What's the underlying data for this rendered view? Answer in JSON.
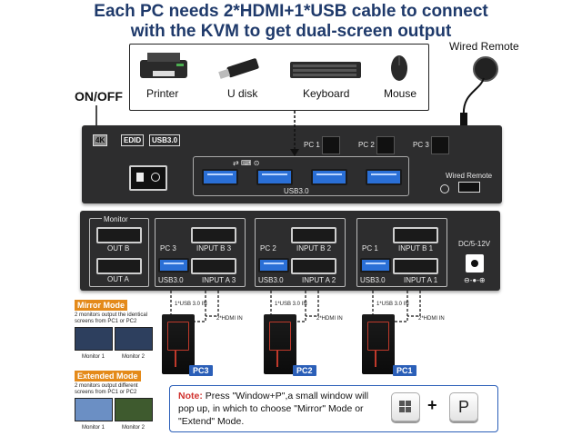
{
  "headline": {
    "line1": "Each PC needs 2*HDMI+1*USB cable to connect",
    "line2": "with the KVM to get dual-screen output"
  },
  "peripherals": [
    "Printer",
    "U disk",
    "Keyboard",
    "Mouse"
  ],
  "wired_remote_label": "Wired Remote",
  "on_off_label": "ON/OFF",
  "front_panel": {
    "badges": [
      "4K",
      "EDID",
      "USB3.0"
    ],
    "pc_buttons": [
      "PC 1",
      "PC 2",
      "PC 3"
    ],
    "usb_label": "USB3.0",
    "remote_port_label": "Wired Remote"
  },
  "back_panel": {
    "monitor_label": "Monitor",
    "out_b": "OUT B",
    "out_a": "OUT A",
    "pc3": "PC 3",
    "pc2": "PC 2",
    "pc1": "PC 1",
    "input_b3": "INPUT B 3",
    "input_b2": "INPUT B 2",
    "input_b1": "INPUT B 1",
    "usb30": "USB3.0",
    "input_a3": "INPUT A 3",
    "input_a2": "INPUT A 2",
    "input_a1": "INPUT A 1",
    "dc_label": "DC/5-12V"
  },
  "cables": {
    "usb_in": "1*USB 3.0 IN",
    "hdmi_in": "2*HDMI IN"
  },
  "pc_tags": [
    "PC3",
    "PC2",
    "PC1"
  ],
  "mirror": {
    "title": "Mirror Mode",
    "desc": "2 monitors output the identical screens from PC1 or PC2",
    "mon1": "Monitor 1",
    "mon2": "Monitor 2"
  },
  "extended": {
    "title": "Extended Mode",
    "desc": "2 monitors output different screens from PC1 or PC2",
    "mon1": "Monitor 1",
    "mon2": "Monitor 2"
  },
  "note": {
    "prefix": "Note:",
    "text": " Press \"Window+P\",a small window will pop up, in which to choose \"Mirror\" Mode or \"Extend\" Mode."
  },
  "keys": {
    "plus": "+",
    "p": "P"
  },
  "colors": {
    "headline": "#1f3a6b",
    "accent_blue": "#2b5fb8",
    "note_red": "#d0312d",
    "mode_orange": "#e48a1a",
    "usb_blue": "#2a6fd6"
  }
}
